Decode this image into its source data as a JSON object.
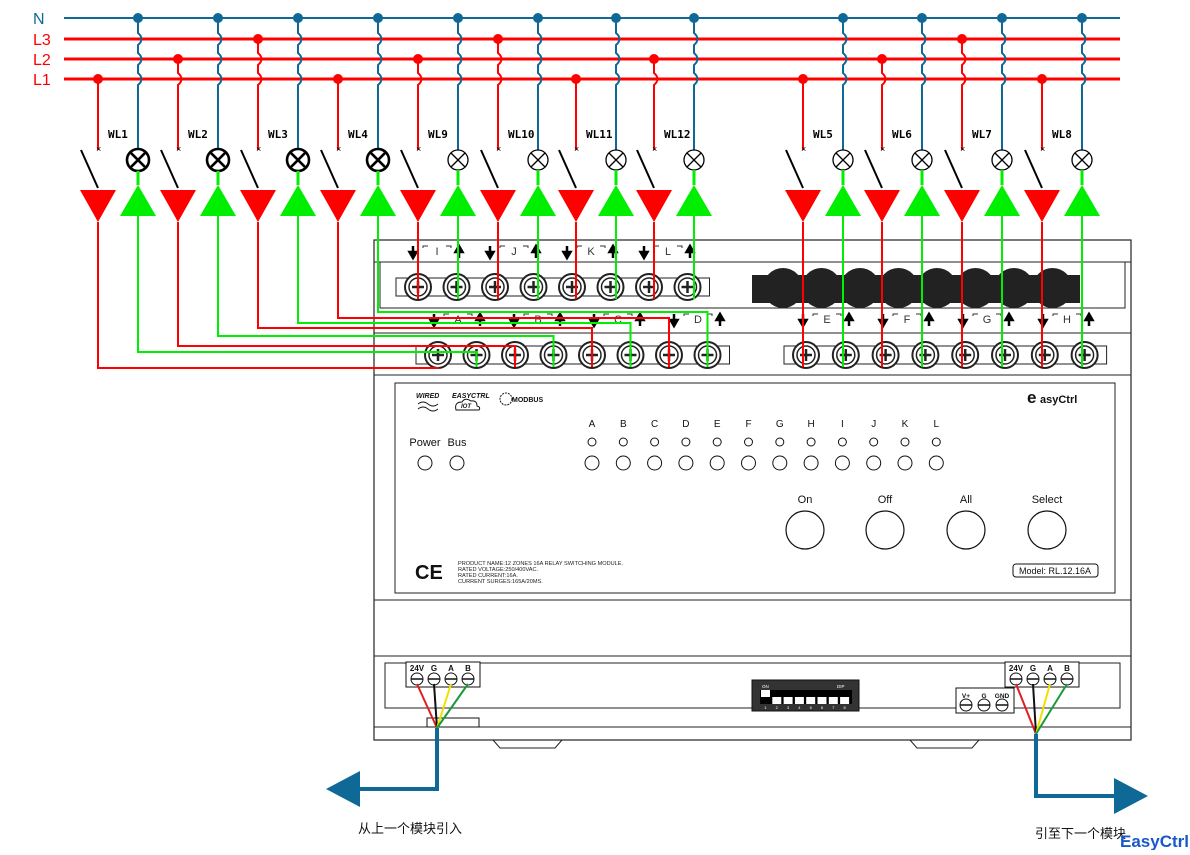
{
  "bus_lines": [
    {
      "label": "N",
      "color": "#0f6996"
    },
    {
      "label": "L3",
      "color": "#ff0000"
    },
    {
      "label": "L2",
      "color": "#ff0000"
    },
    {
      "label": "L1",
      "color": "#ff0000"
    }
  ],
  "colors": {
    "neutral": "#0f6996",
    "live": "#ff0000",
    "return": "#00ee00",
    "outline": "#222222",
    "wire_red": "#e02020",
    "wire_black": "#111111",
    "wire_yellow": "#f0e000",
    "wire_green": "#1a9a3a"
  },
  "circuits_left": [
    {
      "label": "WL1",
      "phase": "L1",
      "lamp": "large"
    },
    {
      "label": "WL2",
      "phase": "L2",
      "lamp": "large"
    },
    {
      "label": "WL3",
      "phase": "L3",
      "lamp": "large"
    },
    {
      "label": "WL4",
      "phase": "L1",
      "lamp": "large"
    },
    {
      "label": "WL9",
      "phase": "L2",
      "lamp": "small"
    },
    {
      "label": "WL10",
      "phase": "L3",
      "lamp": "small"
    },
    {
      "label": "WL11",
      "phase": "L1",
      "lamp": "small"
    },
    {
      "label": "WL12",
      "phase": "L2",
      "lamp": "small"
    }
  ],
  "circuits_right": [
    {
      "label": "WL5",
      "phase": "L1",
      "lamp": "small"
    },
    {
      "label": "WL6",
      "phase": "L2",
      "lamp": "small"
    },
    {
      "label": "WL7",
      "phase": "L3",
      "lamp": "small"
    },
    {
      "label": "WL8",
      "phase": "L1",
      "lamp": "small"
    }
  ],
  "terminals": {
    "upper_channels": [
      "I",
      "J",
      "K",
      "L"
    ],
    "lower_left_channels": [
      "A",
      "B",
      "C",
      "D"
    ],
    "lower_right_channels": [
      "E",
      "F",
      "G",
      "H"
    ]
  },
  "panel": {
    "logos": {
      "wired": "WIRED",
      "easyctrl": "EASYCTRL",
      "iot": "IOT",
      "modbus": "MODBUS"
    },
    "brand": "EasyCtrl",
    "brand_initial": "e",
    "brand_rest": "asyCtrl",
    "status_leds": [
      "Power",
      "Bus"
    ],
    "channels": [
      "A",
      "B",
      "C",
      "D",
      "E",
      "F",
      "G",
      "H",
      "I",
      "J",
      "K",
      "L"
    ],
    "buttons": [
      "On",
      "Off",
      "All",
      "Select"
    ],
    "ce_mark": "CE",
    "product_info": [
      "PRODUCT NAME:12 ZONES 16A RELAY SWITCHING MODULE.",
      "RATED VOLTAGE:250/400VAC.",
      "RATED CURRENT:16A.",
      "CURRENT SURGES:165A/20MS."
    ],
    "model": "Model: RL.12.16A"
  },
  "bus_connectors": {
    "left_labels": [
      "24V",
      "G",
      "A",
      "B"
    ],
    "right_labels": [
      "24V",
      "G",
      "A",
      "B"
    ],
    "power_labels": [
      "V+",
      "G",
      "GND"
    ],
    "dip": {
      "on_label": "ON",
      "dip_label": "DIP",
      "positions": [
        "1",
        "2",
        "3",
        "4",
        "5",
        "6",
        "7",
        "8"
      ],
      "switch_on": [
        true,
        false,
        false,
        false,
        false,
        false,
        false,
        false
      ]
    }
  },
  "captions": {
    "incoming": "从上一个模块引入",
    "outgoing": "引至下一个模块"
  },
  "watermark": "EasyCtrl"
}
